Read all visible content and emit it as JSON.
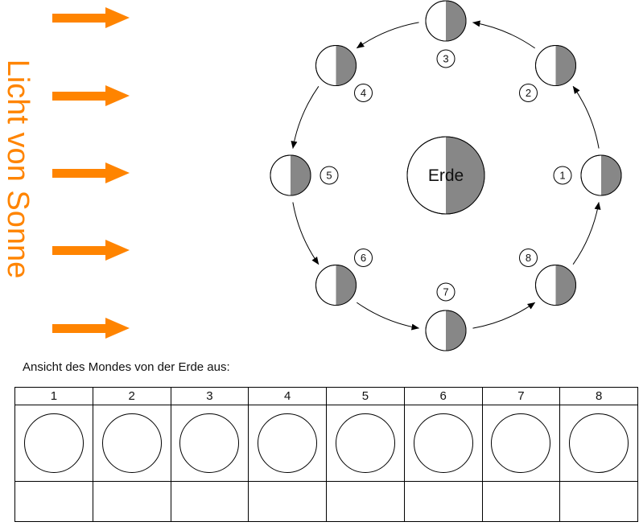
{
  "colors": {
    "accent": "#ff8400",
    "moon_shadow": "#878787",
    "outline": "#000000"
  },
  "sun": {
    "label": "Licht von Sonne",
    "arrow_count": 5
  },
  "diagram": {
    "earth_label": "Erde",
    "positions": [
      "1",
      "2",
      "3",
      "4",
      "5",
      "6",
      "7",
      "8"
    ],
    "orbit_direction": "counterclockwise",
    "moon_lit_side": "left"
  },
  "caption": "Ansicht des Mondes von der Erde aus:",
  "table": {
    "headers": [
      "1",
      "2",
      "3",
      "4",
      "5",
      "6",
      "7",
      "8"
    ]
  }
}
